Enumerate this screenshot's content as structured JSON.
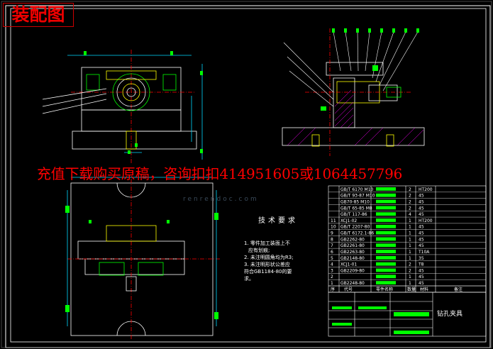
{
  "title": "装配图",
  "ad_text": "充值下载购买原稿，咨询扣扣414951605或1064457796",
  "watermark_url": "renrendoc.com",
  "technical_requirements": {
    "heading": "技术要求",
    "lines": [
      "1. 零件加工装面上不",
      "应有划痕;",
      "2. 未注明圆角均为R3;",
      "3. 未注明形状公差应",
      "符合GB1184-80的要",
      "求。"
    ]
  },
  "bom": {
    "rows": [
      {
        "no": "",
        "name": "GB/T 6170 M10",
        "desc": "",
        "qty": "2",
        "mat": "HT200"
      },
      {
        "no": "",
        "name": "GB/T 93-87 M10",
        "desc": "",
        "qty": "2",
        "mat": "45"
      },
      {
        "no": "",
        "name": "GB70-85 M10",
        "desc": "",
        "qty": "2",
        "mat": "45"
      },
      {
        "no": "",
        "name": "GB/T 65-85 M8",
        "desc": "",
        "qty": "2",
        "mat": "45"
      },
      {
        "no": "",
        "name": "GB/T 117-86",
        "desc": "",
        "qty": "4",
        "mat": "45"
      },
      {
        "no": "11",
        "name": "XCJ1-02",
        "desc": "",
        "qty": "1",
        "mat": "HT200"
      },
      {
        "no": "10",
        "name": "GB/T 2207-80",
        "desc": "",
        "qty": "1",
        "mat": "45"
      },
      {
        "no": "9",
        "name": "GB/T 6172.1-86",
        "desc": "",
        "qty": "1",
        "mat": "45"
      },
      {
        "no": "8",
        "name": "GB2262-80",
        "desc": "",
        "qty": "1",
        "mat": "45"
      },
      {
        "no": "7",
        "name": "GB2261-80",
        "desc": "",
        "qty": "1",
        "mat": "45"
      },
      {
        "no": "6",
        "name": "GB2263-80",
        "desc": "",
        "qty": "1",
        "mat": "T10A"
      },
      {
        "no": "5",
        "name": "GB2148-80",
        "desc": "",
        "qty": "1",
        "mat": "35"
      },
      {
        "no": "4",
        "name": "XCJ1-01",
        "desc": "",
        "qty": "2",
        "mat": "T8"
      },
      {
        "no": "3",
        "name": "GB2209-80",
        "desc": "",
        "qty": "2",
        "mat": "45"
      },
      {
        "no": "2",
        "name": "",
        "desc": "",
        "qty": "1",
        "mat": "45"
      },
      {
        "no": "1",
        "name": "GB2248-80",
        "desc": "",
        "qty": "1",
        "mat": "45"
      }
    ],
    "header": [
      "序",
      "代号",
      "零件名称",
      "数量",
      "材料",
      "备注"
    ]
  },
  "title_block": {
    "name": "钻孔夹具"
  },
  "colors": {
    "frame": "#ffffff",
    "cyan": "#00d8ff",
    "green": "#00ff00",
    "yellow": "#ffff00",
    "red": "#ff0000",
    "magenta": "#ff00ff"
  }
}
